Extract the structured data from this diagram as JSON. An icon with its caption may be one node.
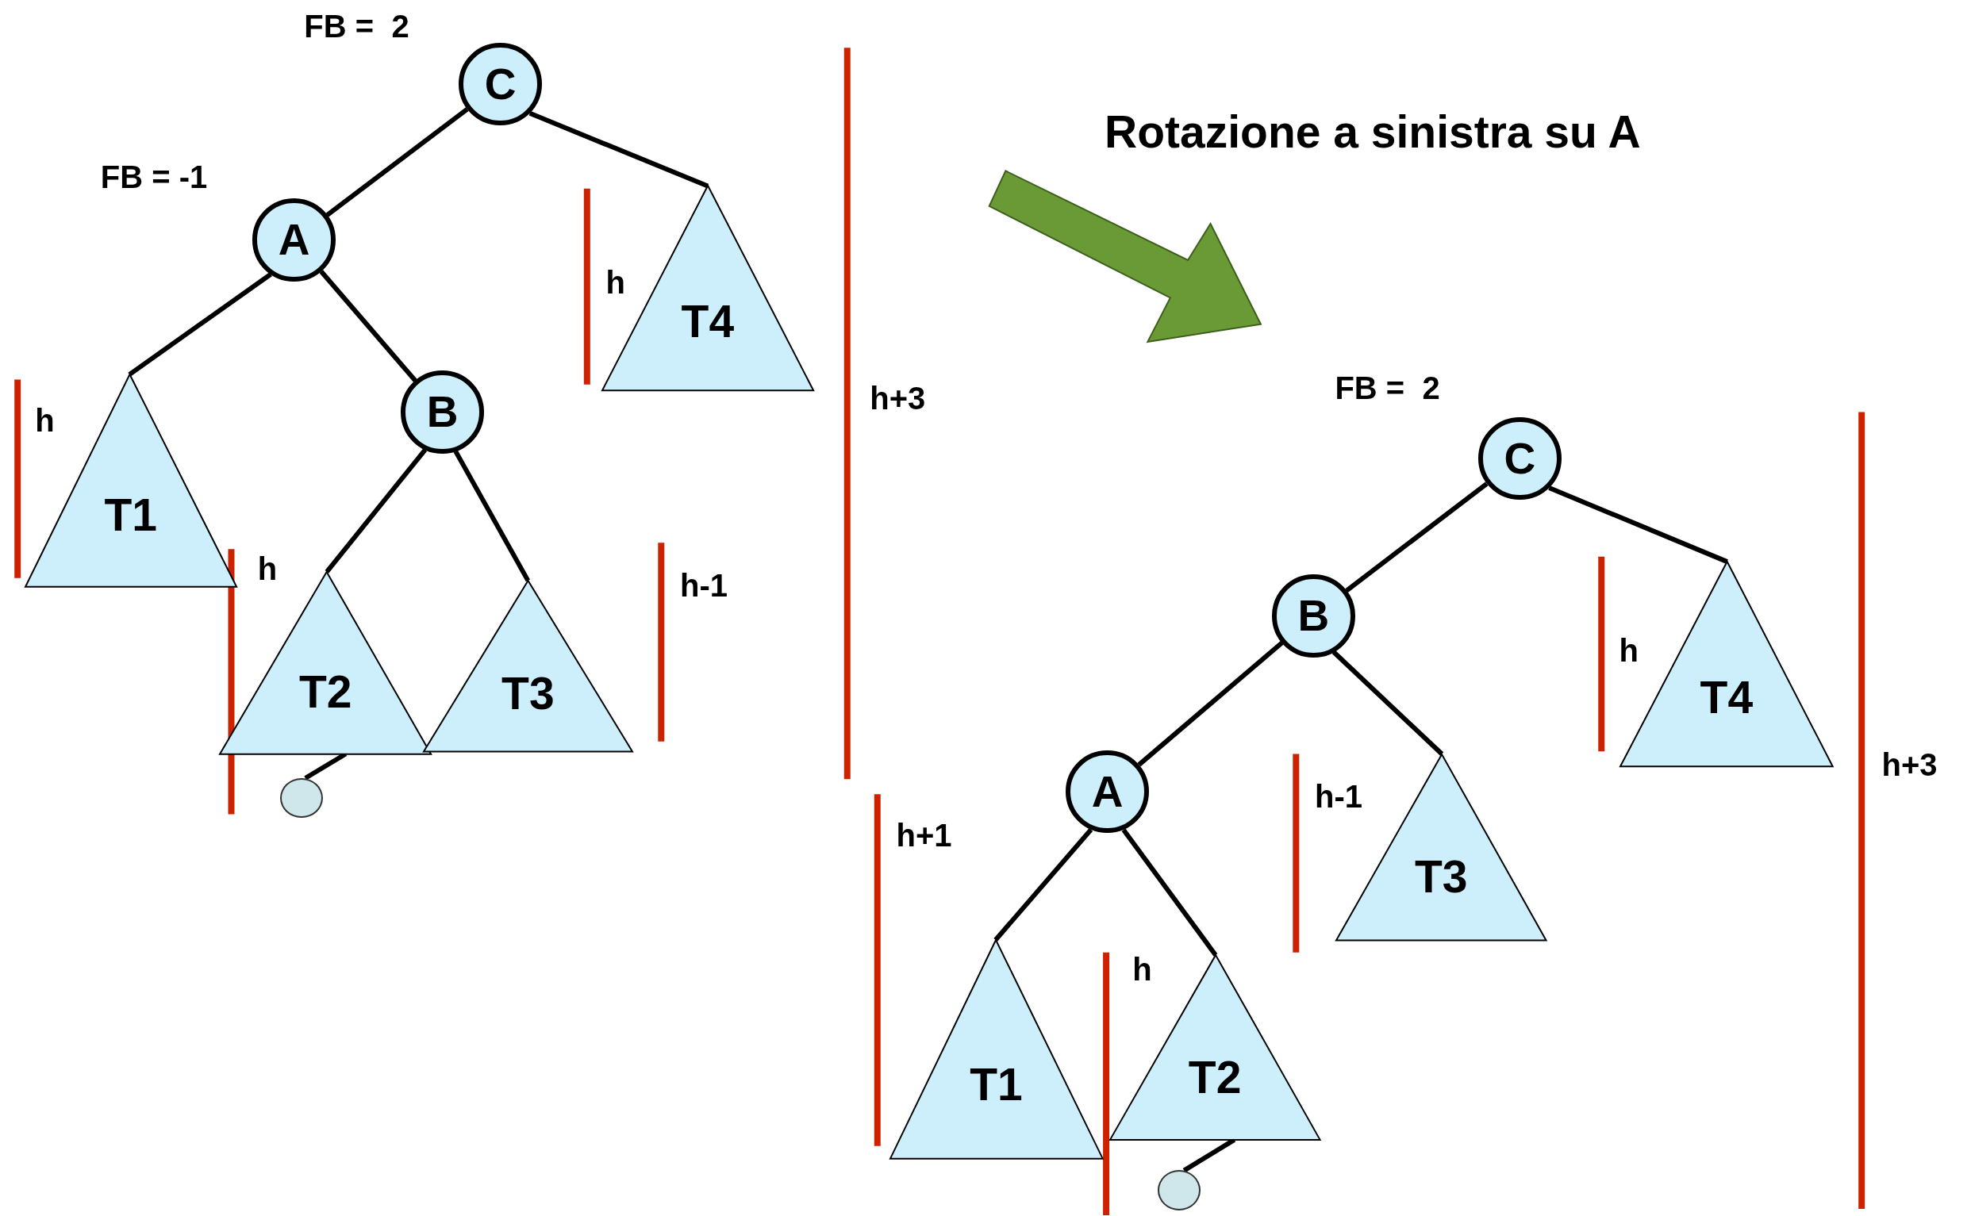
{
  "diagram": {
    "title": "Rotazione a sinistra su A",
    "nodes": [
      {
        "text": [
          "C"
        ],
        "beside": [
          "FB =  2"
        ]
      },
      {
        "text": [
          "A"
        ],
        "beside": [
          "FB = -1"
        ]
      },
      {
        "text": [
          "T4"
        ]
      },
      {
        "text": [
          "B"
        ]
      },
      {
        "text": [
          "T1"
        ]
      },
      {
        "text": [
          "T2"
        ]
      },
      {
        "text": [
          "T3"
        ]
      },
      {
        "text": [],
        "shape": "circle"
      },
      {
        "text": [
          "C"
        ],
        "beside": [
          "FB =  2"
        ]
      },
      {
        "text": [
          "B"
        ]
      },
      {
        "text": [
          "T4"
        ]
      },
      {
        "text": [
          "A"
        ]
      },
      {
        "text": [
          "T3"
        ]
      },
      {
        "text": [
          "T1"
        ]
      },
      {
        "text": [
          "T2"
        ]
      },
      {
        "text": [],
        "shape": "circle"
      }
    ],
    "edges": [
      {
        "from": 0,
        "to": 1,
        "arrow": "none"
      },
      {
        "from": 0,
        "to": 2,
        "arrow": "none"
      },
      {
        "from": 1,
        "to": 4,
        "arrow": "none"
      },
      {
        "from": 1,
        "to": 3,
        "arrow": "none"
      },
      {
        "from": 3,
        "to": 5,
        "arrow": "none"
      },
      {
        "from": 3,
        "to": 6,
        "arrow": "none"
      },
      {
        "from": 5,
        "to": 7,
        "arrow": "none"
      },
      {
        "from": 8,
        "to": 9,
        "arrow": "none"
      },
      {
        "from": 8,
        "to": 10,
        "arrow": "none"
      },
      {
        "from": 9,
        "to": 11,
        "arrow": "none"
      },
      {
        "from": 9,
        "to": 12,
        "arrow": "none"
      },
      {
        "from": 11,
        "to": 13,
        "arrow": "none"
      },
      {
        "from": 11,
        "to": 14,
        "arrow": "none"
      },
      {
        "from": 14,
        "to": 15,
        "arrow": "none"
      }
    ],
    "labels": [
      "h",
      "h+3",
      "h",
      "h",
      "h-1",
      "h+1",
      "h",
      "h+3",
      "h-1",
      "h"
    ]
  }
}
